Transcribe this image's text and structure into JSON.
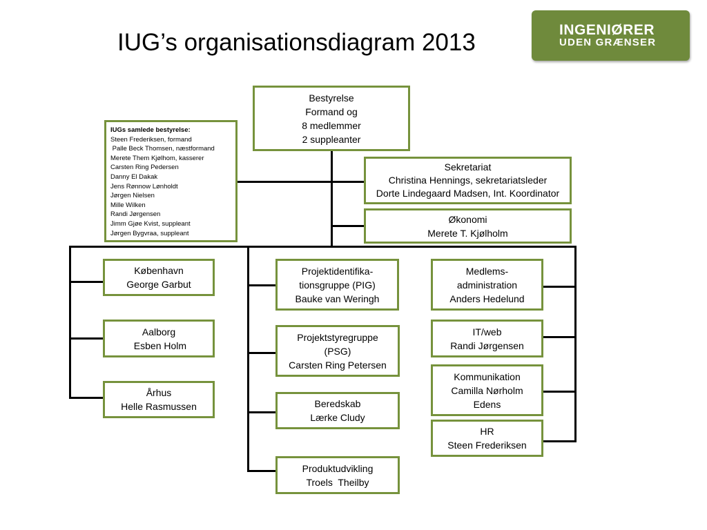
{
  "title": "IUG’s organisationsdiagram 2013",
  "logo": {
    "line1": "INGENIØRER",
    "line2": "UDEN GRÆNSER"
  },
  "board_box": {
    "title": "IUGs samlede bestyrelse:",
    "members": [
      "Steen Frederiksen, formand",
      " Palle Beck Thomsen, næstformand",
      "Merete Them Kjølhom, kasserer",
      "Carsten Ring Pedersen",
      "Danny El Dakak",
      "Jens Rønnow Lønholdt",
      "Jørgen Nielsen",
      "Mille Wilken",
      "Randi Jørgensen",
      "Jimm Gjøe Kvist, suppleant",
      "Jørgen Bygvraa, suppleant"
    ]
  },
  "top": {
    "lines": [
      "Bestyrelse",
      "Formand og",
      "8 medlemmer",
      "2 suppleanter"
    ]
  },
  "staff": [
    {
      "lines": [
        "Sekretariat",
        "Christina Hennings, sekretariatsleder",
        "Dorte Lindegaard Madsen, Int. Koordinator"
      ]
    },
    {
      "lines": [
        "Økonomi",
        "Merete T. Kjølholm"
      ]
    }
  ],
  "left_col": [
    {
      "lines": [
        "København",
        "George Garbut"
      ]
    },
    {
      "lines": [
        "Aalborg",
        " Esben Holm"
      ]
    },
    {
      "lines": [
        "Århus",
        "Helle Rasmussen"
      ]
    }
  ],
  "mid_col": [
    {
      "lines": [
        "Projektidentifika-",
        "tionsgruppe (PIG)",
        "Bauke van Weringh"
      ]
    },
    {
      "lines": [
        "Projektstyregruppe",
        "(PSG)",
        "Carsten Ring Petersen"
      ]
    },
    {
      "lines": [
        "Beredskab",
        "Lærke Cludy"
      ]
    },
    {
      "lines": [
        "Produktudvikling",
        "Troels  Theilby"
      ]
    }
  ],
  "right_col": [
    {
      "lines": [
        "Medlems-",
        "administration",
        "Anders Hedelund"
      ]
    },
    {
      "lines": [
        "IT/web",
        "Randi Jørgensen"
      ]
    },
    {
      "lines": [
        "Kommunikation",
        "Camilla Nørholm",
        "Edens"
      ]
    },
    {
      "lines": [
        "HR",
        "Steen Frederiksen"
      ]
    }
  ]
}
